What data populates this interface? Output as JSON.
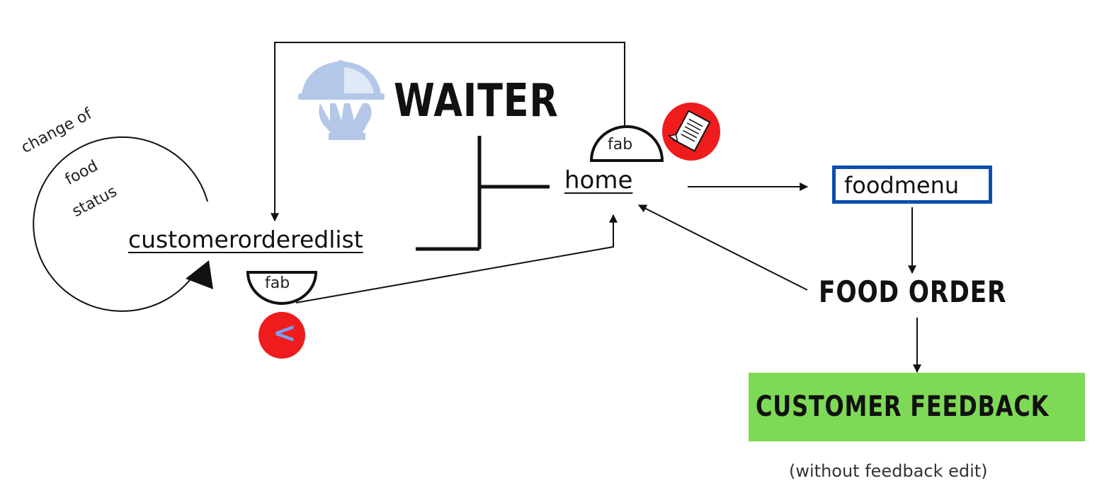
{
  "title": "WAITER",
  "screens": {
    "home": "home",
    "customerorderedlist": "customerorderedlist",
    "foodmenu": "foodmenu"
  },
  "fabs": {
    "home_fab": "fab",
    "list_fab": "fab"
  },
  "badges": {
    "back_symbol": "<"
  },
  "cycle_note": {
    "line1": "change of",
    "line2": "food",
    "line3": "status"
  },
  "food_order": "FOOD ORDER",
  "customer_feedback": "CUSTOMER FEEDBACK",
  "feedback_caption": "(without feedback edit)",
  "icons": {
    "logo": "cloche-hand-icon",
    "order_badge": "document-icon",
    "back_badge": "back-arrow-icon"
  },
  "colors": {
    "badge_red": "#ee1c1c",
    "foodmenu_border": "#0a4fb0",
    "feedback_green": "#7ed957",
    "logo_blue": "#b3c7e8",
    "back_chevron": "#7d9ef0"
  }
}
